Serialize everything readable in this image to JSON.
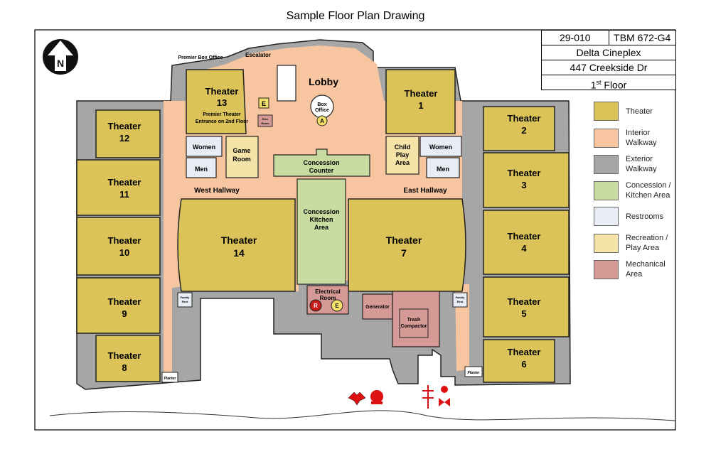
{
  "title": "Sample Floor Plan Drawing",
  "title_block": {
    "drawing_no": "29-010",
    "tbm": "TBM 672-G4",
    "venue": "Delta Cineplex",
    "address": "447 Creekside Dr",
    "floor_num": "1",
    "floor_sup": "st",
    "floor_word": " Floor"
  },
  "compass": {
    "label": "N",
    "icon": "north-arrow-icon"
  },
  "colors": {
    "theater": "#dbc35a",
    "walkway_interior": "#f7c6a0",
    "walkway_exterior": "#a6a6a6",
    "concession": "#c8dca2",
    "restroom": "#e8ecf4",
    "recreation": "#f5e3a8",
    "mechanical": "#d69a96",
    "outline": "#222222"
  },
  "legend": [
    {
      "label": "Theater",
      "color": "#dbc35a"
    },
    {
      "label": "Interior\nWalkway",
      "color": "#f7c6a0"
    },
    {
      "label": "Exterior\nWalkway",
      "color": "#a6a6a6"
    },
    {
      "label": "Concession /\nKitchen Area",
      "color": "#c8dca2"
    },
    {
      "label": "Restrooms",
      "color": "#e8ecf4"
    },
    {
      "label": "Recreation /\nPlay Area",
      "color": "#f5e3a8"
    },
    {
      "label": "Mechanical\nArea",
      "color": "#d69a96"
    }
  ],
  "rooms": {
    "theater_word": "Theater",
    "theaters": [
      "1",
      "2",
      "3",
      "4",
      "5",
      "6",
      "7",
      "8",
      "9",
      "10",
      "11",
      "12",
      "13",
      "14"
    ],
    "theater13_note": [
      "Premier Theater",
      "Entrance on 2nd Floor"
    ],
    "lobby": "Lobby",
    "box_office": [
      "Box",
      "Office"
    ],
    "premier_box_office": "Premier Box Office",
    "escalator": "Escalator",
    "concession_counter": [
      "Concession",
      "Counter"
    ],
    "concession_kitchen": [
      "Concession",
      "Kitchen",
      "Area"
    ],
    "west_hallway": "West Hallway",
    "east_hallway": "East Hallway",
    "women": "Women",
    "men": "Men",
    "game_room": [
      "Game",
      "Room"
    ],
    "child_play": [
      "Child",
      "Play",
      "Area"
    ],
    "electrical_room": [
      "Electrical",
      "Room"
    ],
    "generator": "Generator",
    "trash_compactor": [
      "Trash",
      "Compactor"
    ],
    "planter": "Planter",
    "elev_room": [
      "Elev",
      "Room"
    ],
    "family_rest": [
      "Family",
      "Rest"
    ]
  },
  "markers": {
    "atm": "A",
    "elevator": "E",
    "restroom_marker": "R"
  }
}
